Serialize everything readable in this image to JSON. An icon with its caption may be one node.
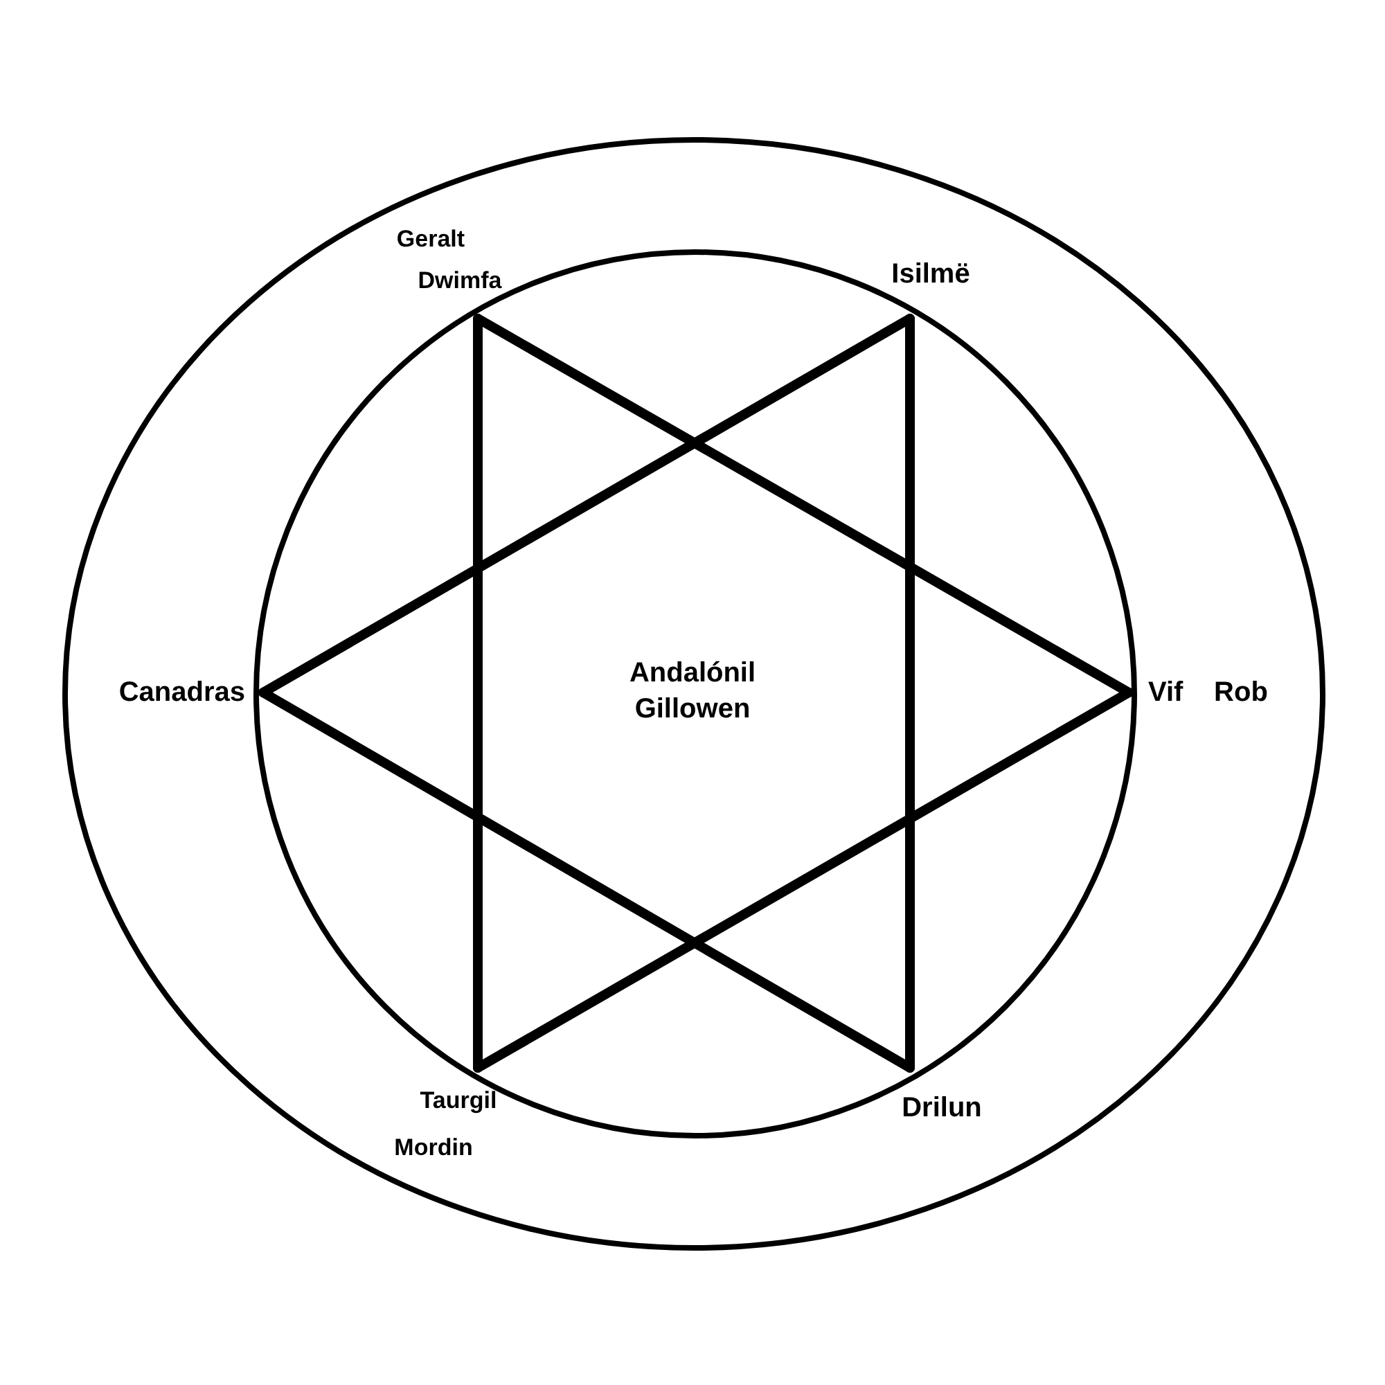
{
  "diagram": {
    "nodes": [
      {
        "text": [
          "Dwimfa"
        ]
      },
      {
        "text": [
          "Isilmë"
        ]
      },
      {
        "text": [
          "Canadras"
        ]
      },
      {
        "text": [
          "Vif"
        ]
      },
      {
        "text": [
          "Taurgil"
        ]
      },
      {
        "text": [
          "Drilun"
        ]
      }
    ],
    "edges": [
      {
        "from": 0,
        "to": 3,
        "arrow": "none"
      },
      {
        "from": 3,
        "to": 4,
        "arrow": "none"
      },
      {
        "from": 4,
        "to": 0,
        "arrow": "none"
      },
      {
        "from": 1,
        "to": 5,
        "arrow": "none"
      },
      {
        "from": 5,
        "to": 2,
        "arrow": "none"
      },
      {
        "from": 2,
        "to": 1,
        "arrow": "none"
      }
    ],
    "labels": [
      "Geralt",
      "Andalónil Gillowen",
      "Rob",
      "Mordin"
    ]
  }
}
